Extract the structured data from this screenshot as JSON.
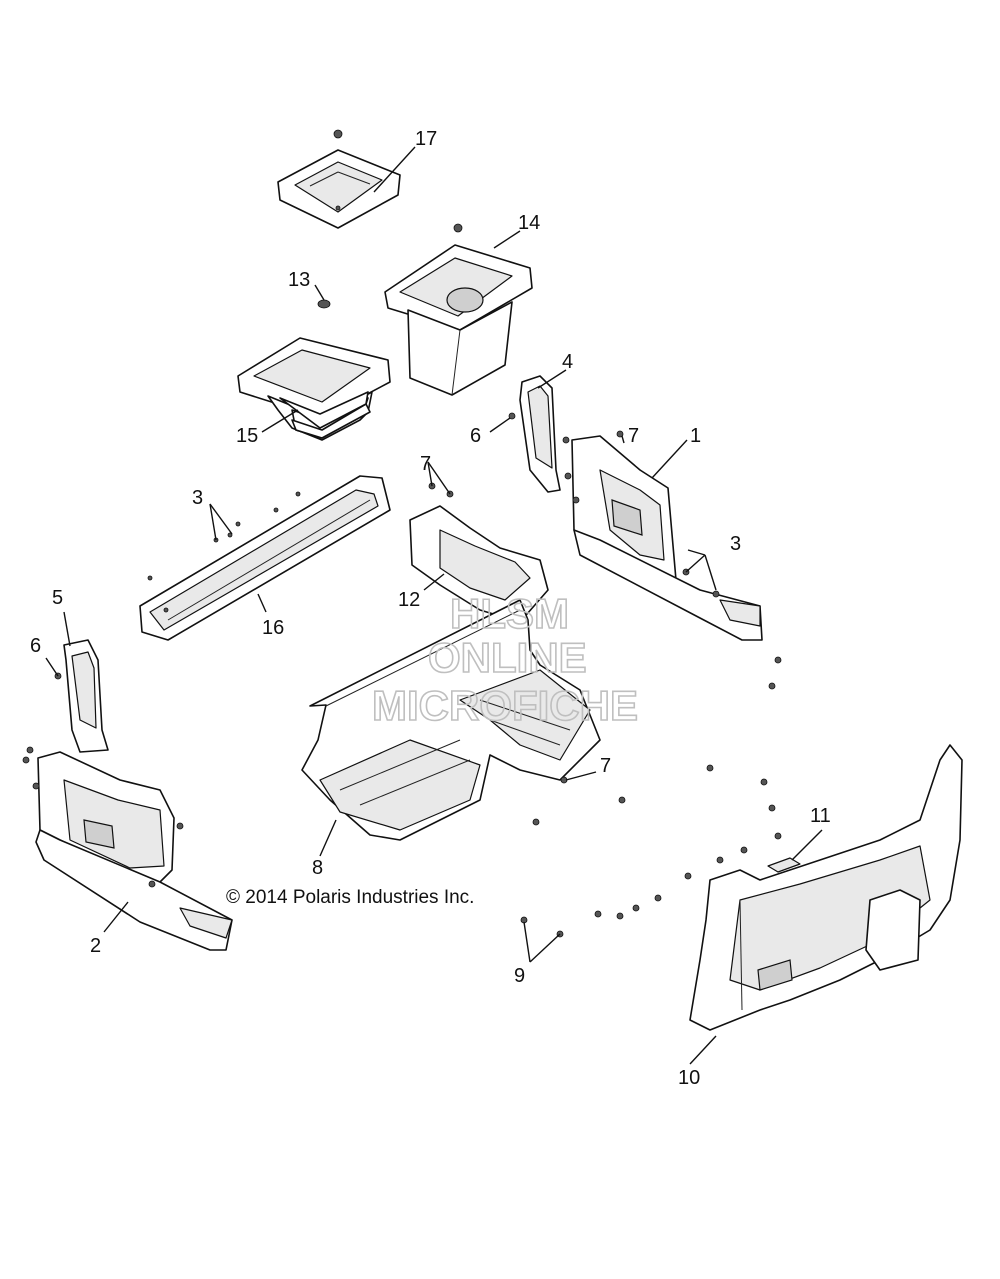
{
  "copyright": "© 2014 Polaris Industries Inc.",
  "watermark": {
    "line1": "HLSM",
    "line2": "ONLINE",
    "line3": "MICROFICHE"
  },
  "callouts": {
    "c1": "1",
    "c2": "2",
    "c3a": "3",
    "c3b": "3",
    "c4": "4",
    "c5": "5",
    "c6a": "6",
    "c6b": "6",
    "c7a": "7",
    "c7b": "7",
    "c7c": "7",
    "c8": "8",
    "c9": "9",
    "c10": "10",
    "c11": "11",
    "c12": "12",
    "c13": "13",
    "c14": "14",
    "c15": "15",
    "c16": "16",
    "c17": "17"
  },
  "colors": {
    "line": "#111111",
    "watermark": "#bfbfbf"
  }
}
